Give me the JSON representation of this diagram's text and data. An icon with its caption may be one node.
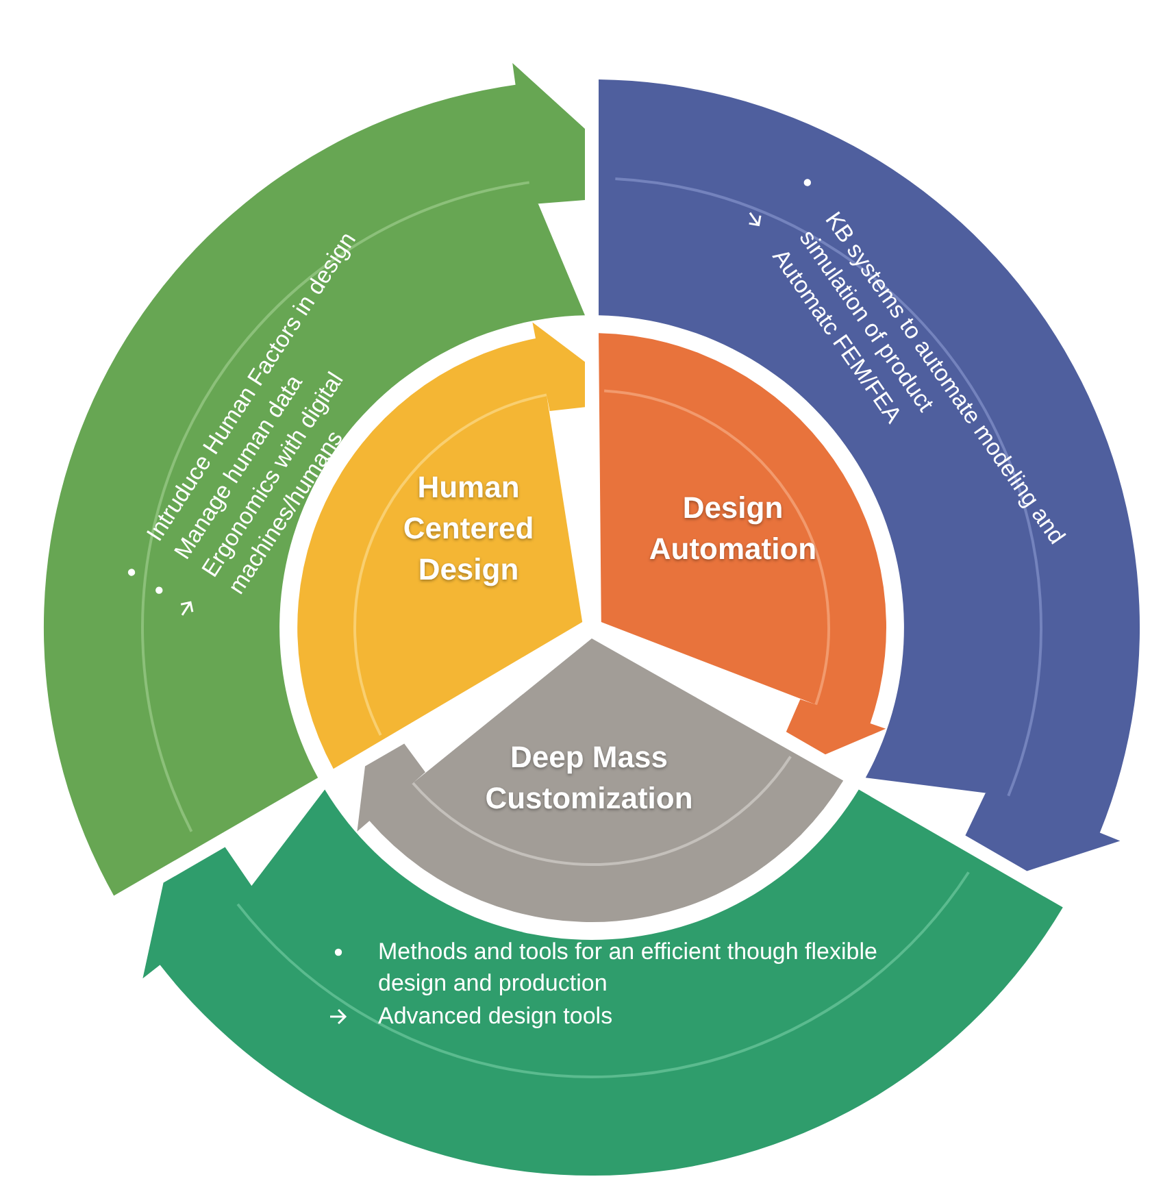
{
  "diagram": {
    "nodes": [
      {
        "text": [
          "Intruduce Human Factors in design",
          "Manage human data",
          "Ergonomics with digital machines/humans"
        ]
      },
      {
        "text": [
          "KB systems to automate modeling and simulation of product",
          "Automatc FEM/FEA"
        ]
      },
      {
        "text": [
          "Methods and tools for an efficient though flexible design and production",
          "Advanced design tools"
        ]
      },
      {
        "text": [
          "Human Centered Design"
        ]
      },
      {
        "text": [
          "Design Automation"
        ]
      },
      {
        "text": [
          "Deep Mass Customization"
        ]
      }
    ]
  }
}
